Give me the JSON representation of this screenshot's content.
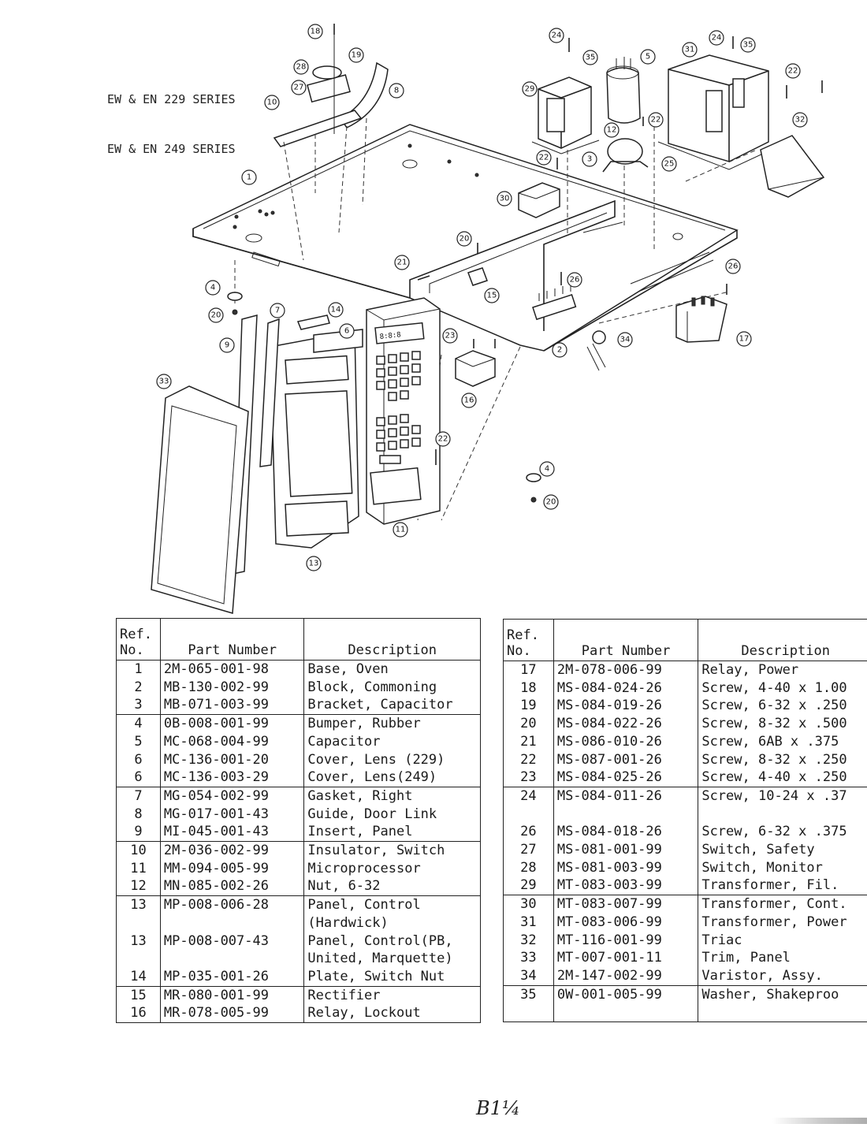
{
  "title": {
    "line1": "EW & EN 229 SERIES",
    "line2": "EW & EN 249 SERIES"
  },
  "diagram": {
    "display_readout": "8:8:8",
    "callouts": [
      "1",
      "2",
      "3",
      "4",
      "5",
      "6",
      "7",
      "8",
      "9",
      "10",
      "11",
      "12",
      "13",
      "14",
      "15",
      "16",
      "17",
      "18",
      "19",
      "20",
      "21",
      "22",
      "23",
      "24",
      "25",
      "26",
      "27",
      "28",
      "29",
      "30",
      "31",
      "32",
      "33",
      "34",
      "35"
    ]
  },
  "table_headers": {
    "ref": "Ref.",
    "no": "No.",
    "part_number": "Part Number",
    "description": "Description"
  },
  "parts_left": [
    [
      {
        "ref": "1",
        "part": "2M-065-001-98",
        "desc": "Base, Oven"
      },
      {
        "ref": "2",
        "part": "MB-130-002-99",
        "desc": "Block, Commoning"
      },
      {
        "ref": "3",
        "part": "MB-071-003-99",
        "desc": "Bracket, Capacitor"
      }
    ],
    [
      {
        "ref": "4",
        "part": "0B-008-001-99",
        "desc": "Bumper, Rubber"
      },
      {
        "ref": "5",
        "part": "MC-068-004-99",
        "desc": "Capacitor"
      },
      {
        "ref": "6",
        "part": "MC-136-001-20",
        "desc": "Cover, Lens (229)"
      },
      {
        "ref": "6",
        "part": "MC-136-003-29",
        "desc": "Cover, Lens(249)"
      }
    ],
    [
      {
        "ref": "7",
        "part": "MG-054-002-99",
        "desc": "Gasket, Right"
      },
      {
        "ref": "8",
        "part": "MG-017-001-43",
        "desc": "Guide, Door Link"
      },
      {
        "ref": "9",
        "part": "MI-045-001-43",
        "desc": "Insert, Panel"
      }
    ],
    [
      {
        "ref": "10",
        "part": "2M-036-002-99",
        "desc": "Insulator, Switch"
      },
      {
        "ref": "11",
        "part": "MM-094-005-99",
        "desc": "Microprocessor"
      },
      {
        "ref": "12",
        "part": "MN-085-002-26",
        "desc": "Nut, 6-32"
      }
    ],
    [
      {
        "ref": "13",
        "part": "MP-008-006-28",
        "desc": "Panel, Control"
      },
      {
        "ref": "",
        "part": "",
        "desc": "(Hardwick)"
      },
      {
        "ref": "13",
        "part": "MP-008-007-43",
        "desc": "Panel, Control(PB,"
      },
      {
        "ref": "",
        "part": "",
        "desc": "United, Marquette)"
      },
      {
        "ref": "14",
        "part": "MP-035-001-26",
        "desc": "Plate, Switch Nut"
      }
    ],
    [
      {
        "ref": "15",
        "part": "MR-080-001-99",
        "desc": "Rectifier"
      },
      {
        "ref": "16",
        "part": "MR-078-005-99",
        "desc": "Relay, Lockout"
      }
    ]
  ],
  "parts_right": [
    [
      {
        "ref": "17",
        "part": "2M-078-006-99",
        "desc": "Relay, Power"
      },
      {
        "ref": "18",
        "part": "MS-084-024-26",
        "desc": "Screw, 4-40 x 1.00"
      },
      {
        "ref": "19",
        "part": "MS-084-019-26",
        "desc": "Screw, 6-32 x .250"
      },
      {
        "ref": "20",
        "part": "MS-084-022-26",
        "desc": "Screw, 8-32 x .500"
      },
      {
        "ref": "21",
        "part": "MS-086-010-26",
        "desc": "Screw, 6AB x .375"
      },
      {
        "ref": "22",
        "part": "MS-087-001-26",
        "desc": "Screw, 8-32 x .250"
      },
      {
        "ref": "23",
        "part": "MS-084-025-26",
        "desc": "Screw, 4-40 x .250"
      }
    ],
    [
      {
        "ref": "24",
        "part": "MS-084-011-26",
        "desc": "Screw, 10-24 x .37"
      },
      {
        "ref": "",
        "part": "",
        "desc": ""
      },
      {
        "ref": "26",
        "part": "MS-084-018-26",
        "desc": "Screw, 6-32 x .375"
      },
      {
        "ref": "27",
        "part": "MS-081-001-99",
        "desc": "Switch, Safety"
      },
      {
        "ref": "28",
        "part": "MS-081-003-99",
        "desc": "Switch, Monitor"
      },
      {
        "ref": "29",
        "part": "MT-083-003-99",
        "desc": "Transformer, Fil."
      }
    ],
    [
      {
        "ref": "30",
        "part": "MT-083-007-99",
        "desc": "Transformer, Cont."
      },
      {
        "ref": "31",
        "part": "MT-083-006-99",
        "desc": "Transformer, Power"
      },
      {
        "ref": "32",
        "part": "MT-116-001-99",
        "desc": "Triac"
      },
      {
        "ref": "33",
        "part": "MT-007-001-11",
        "desc": "Trim, Panel"
      },
      {
        "ref": "34",
        "part": "2M-147-002-99",
        "desc": "Varistor, Assy."
      }
    ],
    [
      {
        "ref": "35",
        "part": "0W-001-005-99",
        "desc": "Washer, Shakeproo"
      },
      {
        "ref": "",
        "part": "",
        "desc": ""
      }
    ]
  ],
  "footer_mark": "B1¼"
}
